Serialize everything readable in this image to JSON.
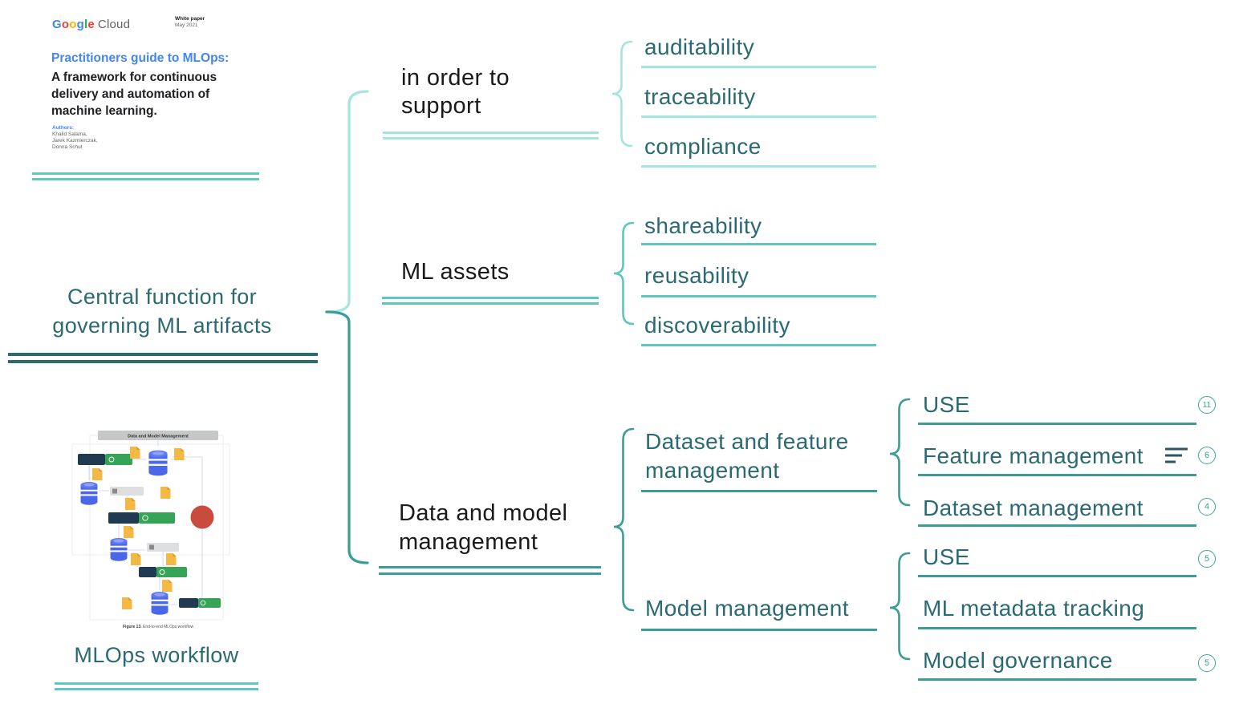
{
  "colors": {
    "teal_text": "#2b6a71",
    "teal_branch": "#3c9d97",
    "teal_medium": "#5ec7c0",
    "teal_light": "#a6e4e1",
    "teal_deep_rule": "#2d6c6c",
    "badge_teal": "#3aa49d",
    "black_text": "#1a1a1a",
    "google_blue": "#4285f4",
    "diagram_red": "#c84b3d",
    "diagram_green": "#35a457",
    "diagram_yellow": "#f4b844",
    "diagram_blue": "#4b67e9"
  },
  "paper_card": {
    "logo_letters": [
      "G",
      "o",
      "o",
      "g",
      "l",
      "e"
    ],
    "logo_cloud": "Cloud",
    "doc_type": "White paper",
    "doc_date": "May 2021",
    "title": "Practitioners guide to MLOps:",
    "subtitle_lines": [
      "A framework for continuous",
      "delivery and automation of",
      "machine learning."
    ],
    "authors_label": "Authors:",
    "authors": [
      "Khalid Salama,",
      "Jarek Kazmierczak,",
      "Donna Schut"
    ]
  },
  "central_node": {
    "label": "Central function for governing ML artifacts"
  },
  "workflow": {
    "diagram_header": "Data and Model Management",
    "caption_bold": "Figure 13.",
    "caption_rest": "End-to-end MLOps workflow",
    "label": "MLOps workflow"
  },
  "branch_support": {
    "label": "in order to support",
    "items": [
      "auditability",
      "traceability",
      "compliance"
    ]
  },
  "branch_assets": {
    "label": "ML assets",
    "items": [
      "shareability",
      "reusability",
      "discoverability"
    ]
  },
  "branch_datamodel": {
    "label": "Data and model management"
  },
  "dataset_feature": {
    "label": "Dataset and feature management",
    "items": [
      {
        "label": "USE",
        "badge": "11"
      },
      {
        "label": "Feature management",
        "badge": "6"
      },
      {
        "label": "Dataset management",
        "badge": "4"
      }
    ]
  },
  "model_mgmt": {
    "label": "Model management",
    "items": [
      {
        "label": "USE",
        "badge": "5"
      },
      {
        "label": "ML metadata tracking",
        "badge": ""
      },
      {
        "label": "Model governance",
        "badge": "5"
      }
    ]
  }
}
